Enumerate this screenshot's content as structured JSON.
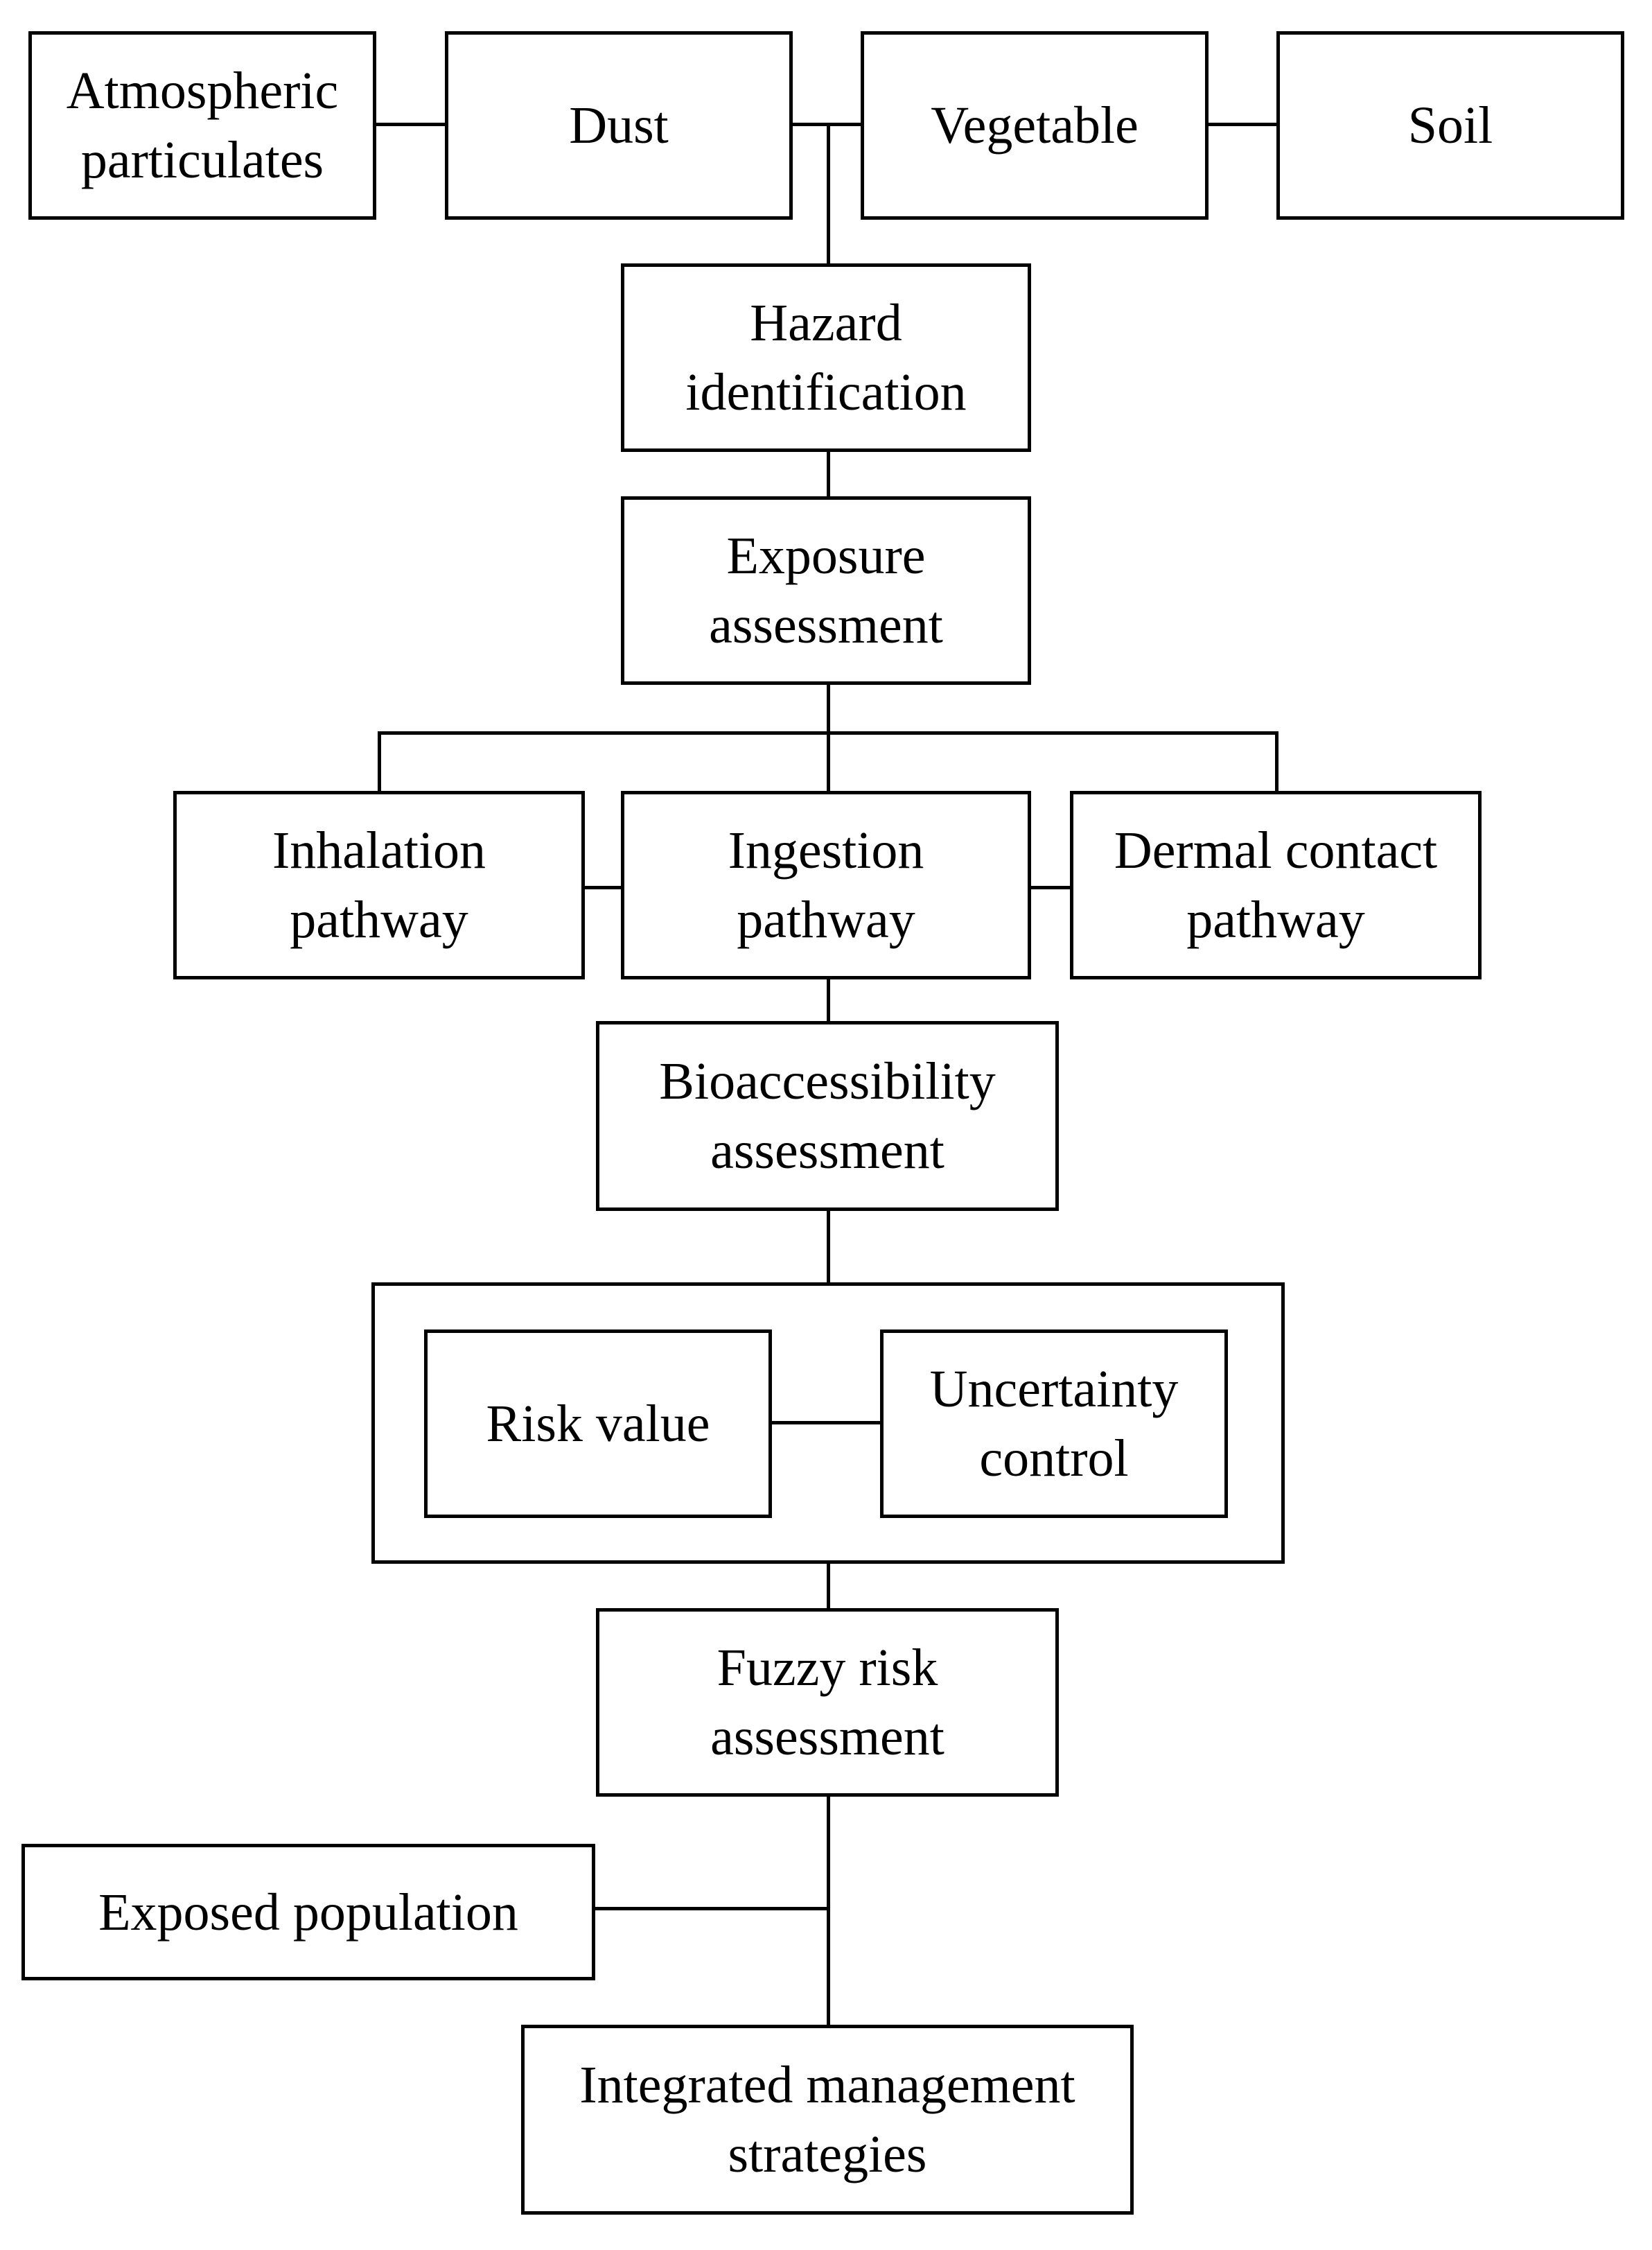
{
  "diagram": {
    "sources": {
      "atmospheric_particulates": "Atmospheric\nparticulates",
      "dust": "Dust",
      "vegetable": "Vegetable",
      "soil": "Soil"
    },
    "steps": {
      "hazard_identification": "Hazard\nidentification",
      "exposure_assessment": "Exposure\nassessment",
      "bioaccessibility_assessment": "Bioaccessibility\nassessment",
      "fuzzy_risk_assessment": "Fuzzy risk\nassessment",
      "integrated_management_strategies": "Integrated management\nstrategies"
    },
    "pathways": {
      "inhalation": "Inhalation\npathway",
      "ingestion": "Ingestion\npathway",
      "dermal_contact": "Dermal contact\npathway"
    },
    "risk_group": {
      "risk_value": "Risk value",
      "uncertainty_control": "Uncertainty\ncontrol"
    },
    "exposed_population": "Exposed population"
  }
}
